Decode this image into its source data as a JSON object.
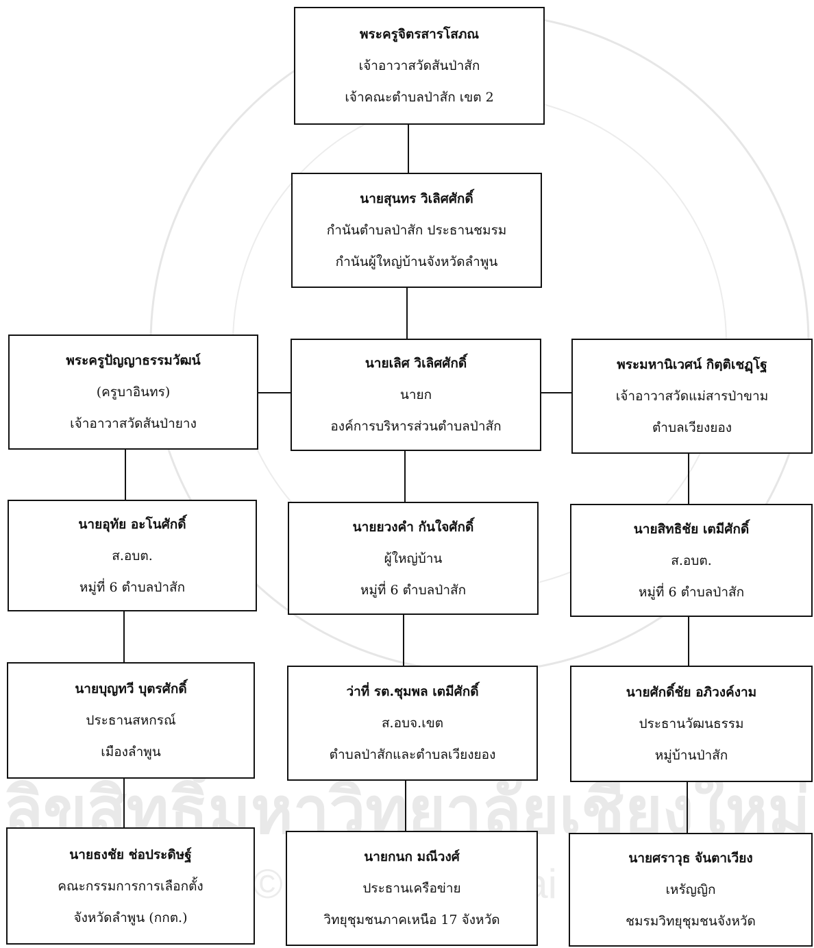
{
  "colors": {
    "line": "#111111",
    "box_border": "#111111",
    "text": "#111111",
    "watermark": "#e6e6e6"
  },
  "watermark": {
    "text": "ลิขสิทธิ์มหาวิทยาลัยเชียงใหม่",
    "copyright": "Copyright © by Chiang Mai University"
  },
  "nodes": {
    "abbot_san_pa_sak": {
      "name": "พระครูจิตรสารโสภณ",
      "line1": "เจ้าอาวาสวัดสันป่าสัก",
      "line2": "เจ้าคณะตำบลป่าสัก เขต 2"
    },
    "kamnan": {
      "name": "นายสุนทร วิเลิศศักดิ์",
      "line1": "กำนันตำบลป่าสัก ประธานชมรม",
      "line2": "กำนันผู้ใหญ่บ้านจังหวัดลำพูน"
    },
    "abbot_san_pa_yang": {
      "name": "พระครูปัญญาธรรมวัฒน์",
      "line1": "(ครูบาอินทร)",
      "line2": "เจ้าอาวาสวัดสันป่ายาง"
    },
    "sao_president": {
      "name": "นายเลิศ วิเลิศศักดิ์",
      "line1": "นายก",
      "line2": "องค์การบริหารส่วนตำบลป่าสัก"
    },
    "abbot_mae_san": {
      "name": "พระมหานิเวศน์ กิตฺติเชฏฺโฐ",
      "line1": "เจ้าอาวาสวัดแม่สารป่าขาม",
      "line2": "ตำบลเวียงยอง"
    },
    "sao_member_left": {
      "name": "นายอุทัย อะโนศักดิ์",
      "line1": "ส.อบต.",
      "line2": "หมู่ที่ 6 ตำบลป่าสัก"
    },
    "village_headman": {
      "name": "นายยวงคำ กันใจศักดิ์",
      "line1": "ผู้ใหญ่บ้าน",
      "line2": "หมู่ที่ 6 ตำบลป่าสัก"
    },
    "sao_member_right": {
      "name": "นายสิทธิชัย เตมีศักดิ์",
      "line1": "ส.อบต.",
      "line2": "หมู่ที่ 6 ตำบลป่าสัก"
    },
    "coop_chair": {
      "name": "นายบุญทวี บุตรศักดิ์",
      "line1": "ประธานสหกรณ์",
      "line2": "เมืองลำพูน"
    },
    "pao_member": {
      "name": "ว่าที่ รต.ชุมพล เตมีศักดิ์",
      "line1": "ส.อบจ.เขต",
      "line2": "ตำบลป่าสักและตำบลเวียงยอง"
    },
    "culture_chair": {
      "name": "นายศักดิ์ชัย อภิวงค์งาม",
      "line1": "ประธานวัฒนธรรม",
      "line2": "หมู่บ้านป่าสัก"
    },
    "election_commission": {
      "name": "นายธงชัย ช่อประดิษฐ์",
      "line1": "คณะกรรมการการเลือกตั้ง",
      "line2": "จังหวัดลำพูน (กกต.)"
    },
    "radio_network_chair": {
      "name": "นายกนก มณีวงศ์",
      "line1": "ประธานเครือข่าย",
      "line2": "วิทยุชุมชนภาคเหนือ 17 จังหวัด"
    },
    "radio_club_treasurer": {
      "name": "นายศราวุธ จันตาเวียง",
      "line1": "เหรัญญิก",
      "line2": "ชมรมวิทยุชุมชนจังหวัด"
    }
  }
}
